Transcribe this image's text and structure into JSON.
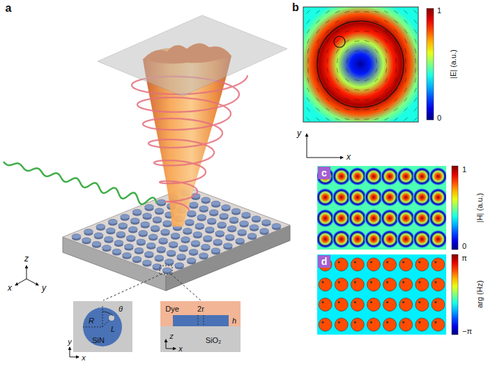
{
  "diagram": {
    "nodes": [
      {
        "text": [
          "c"
        ]
      },
      {
        "text": [
          "d"
        ]
      }
    ],
    "labels": [
      "a",
      "z",
      "x",
      "y",
      "R",
      "L",
      "θ",
      "SiN",
      "y",
      "x",
      "Dye",
      "2r",
      "h",
      "SiO₂",
      "z",
      "x",
      "b",
      "1",
      "0",
      "|E| (a.u.)",
      "y",
      "x",
      "1",
      "0",
      "|H| (a.u.)",
      "π",
      "−π",
      "arg (Hz)"
    ]
  }
}
